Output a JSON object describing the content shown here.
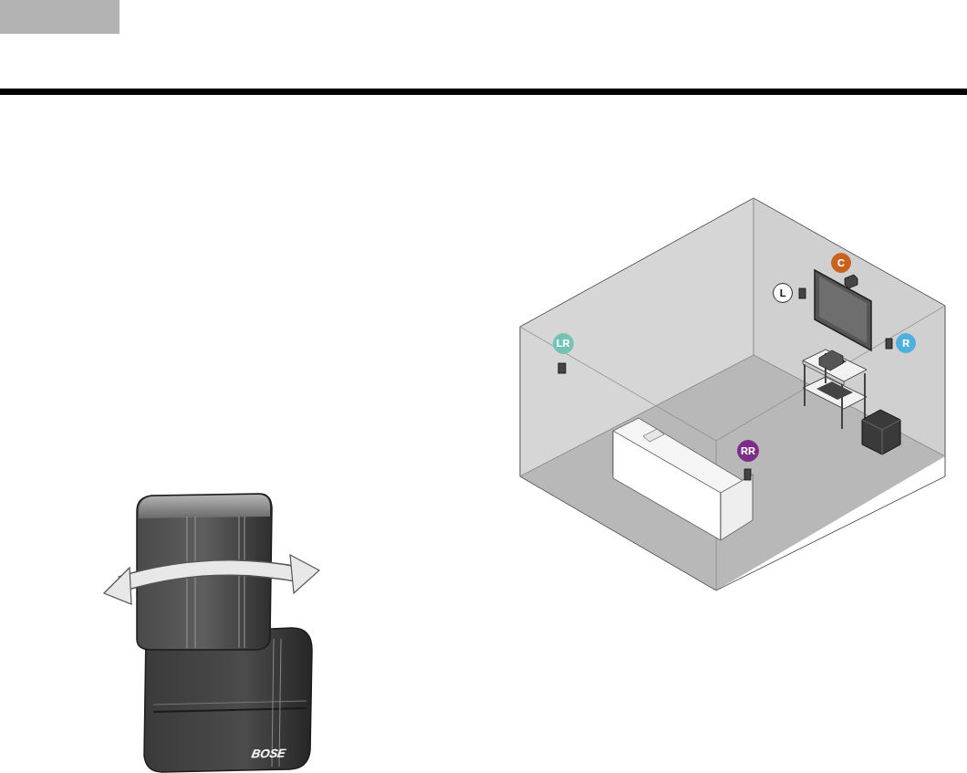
{
  "diagram": {
    "nodes": [
      {
        "text": [
          "C"
        ]
      },
      {
        "text": [
          "L"
        ]
      },
      {
        "text": [
          "LR"
        ]
      },
      {
        "text": [
          "R"
        ]
      },
      {
        "text": [
          "RR"
        ]
      }
    ],
    "labels": [
      "BOSE"
    ]
  }
}
